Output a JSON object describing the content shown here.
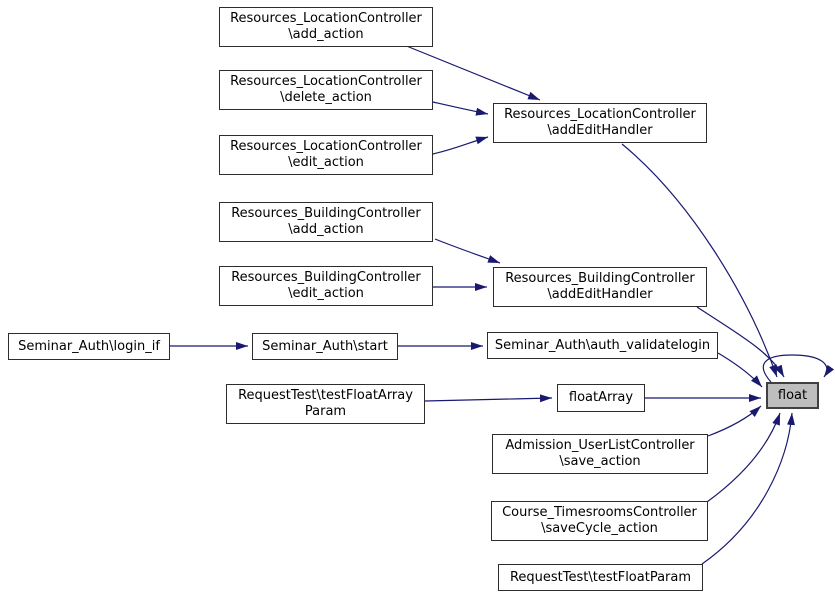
{
  "graph": {
    "background": "#ffffff",
    "highlighted_node": "float",
    "colors": {
      "edge_color": "#191970",
      "node_fill": "#ffffff",
      "node_border": "#2d2d2d",
      "node_text": "#000000",
      "highlight_fill": "#bebebe",
      "highlight_border": "#404040",
      "background": "#ffffff"
    },
    "nodes": [
      {
        "id": "loc-add-action",
        "label": "Resources_LocationController\n\\add_action"
      },
      {
        "id": "loc-delete-action",
        "label": "Resources_LocationController\n\\delete_action"
      },
      {
        "id": "loc-edit-action",
        "label": "Resources_LocationController\n\\edit_action"
      },
      {
        "id": "loc-addedithandler",
        "label": "Resources_LocationController\n\\addEditHandler"
      },
      {
        "id": "bld-add-action",
        "label": "Resources_BuildingController\n\\add_action"
      },
      {
        "id": "bld-edit-action",
        "label": "Resources_BuildingController\n\\edit_action"
      },
      {
        "id": "bld-addedithandler",
        "label": "Resources_BuildingController\n\\addEditHandler"
      },
      {
        "id": "seminar-auth-login-if",
        "label": "Seminar_Auth\\login_if"
      },
      {
        "id": "seminar-auth-start",
        "label": "Seminar_Auth\\start"
      },
      {
        "id": "seminar-auth-validatelogin",
        "label": "Seminar_Auth\\auth_validatelogin"
      },
      {
        "id": "requesttest-testfloatarrayparam",
        "label": "RequestTest\\testFloatArray\nParam"
      },
      {
        "id": "floatarray",
        "label": "floatArray"
      },
      {
        "id": "float",
        "label": "float"
      },
      {
        "id": "admission-save-action",
        "label": "Admission_UserListController\n\\save_action"
      },
      {
        "id": "course-savecycle-action",
        "label": "Course_TimesroomsController\n\\saveCycle_action"
      },
      {
        "id": "requesttest-testfloatparam",
        "label": "RequestTest\\testFloatParam"
      }
    ],
    "edges": [
      {
        "from": "Resources_LocationController\\add_action",
        "to": "Resources_LocationController\\addEditHandler"
      },
      {
        "from": "Resources_LocationController\\delete_action",
        "to": "Resources_LocationController\\addEditHandler"
      },
      {
        "from": "Resources_LocationController\\edit_action",
        "to": "Resources_LocationController\\addEditHandler"
      },
      {
        "from": "Resources_LocationController\\addEditHandler",
        "to": "float"
      },
      {
        "from": "Resources_BuildingController\\add_action",
        "to": "Resources_BuildingController\\addEditHandler"
      },
      {
        "from": "Resources_BuildingController\\edit_action",
        "to": "Resources_BuildingController\\addEditHandler"
      },
      {
        "from": "Resources_BuildingController\\addEditHandler",
        "to": "float"
      },
      {
        "from": "Seminar_Auth\\login_if",
        "to": "Seminar_Auth\\start"
      },
      {
        "from": "Seminar_Auth\\start",
        "to": "Seminar_Auth\\auth_validatelogin"
      },
      {
        "from": "Seminar_Auth\\auth_validatelogin",
        "to": "float"
      },
      {
        "from": "RequestTest\\testFloatArrayParam",
        "to": "floatArray"
      },
      {
        "from": "floatArray",
        "to": "float"
      },
      {
        "from": "Admission_UserListController\\save_action",
        "to": "float"
      },
      {
        "from": "Course_TimesroomsController\\saveCycle_action",
        "to": "float"
      },
      {
        "from": "RequestTest\\testFloatParam",
        "to": "float"
      },
      {
        "from": "float",
        "to": "float"
      }
    ]
  }
}
